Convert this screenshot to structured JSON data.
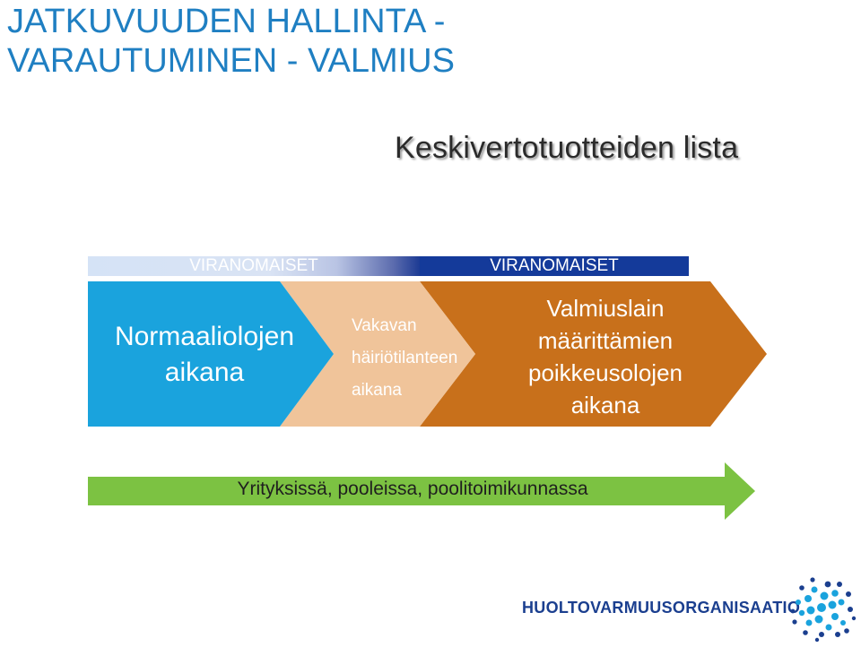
{
  "title": {
    "line1": "JATKUVUUDEN HALLINTA -",
    "line2": "VARAUTUMINEN - VALMIUS"
  },
  "subtitle": "Keskivertotuotteiden lista",
  "authority_bar": {
    "left_label": "VIRANOMAISET",
    "right_label": "VIRANOMAISET"
  },
  "stages": [
    {
      "lines": [
        "Normaaliolojen",
        "aikana"
      ]
    },
    {
      "lines": [
        "Vakavan",
        "häiriötilanteen",
        "aikana"
      ]
    },
    {
      "lines": [
        "Valmiuslain",
        "määrittämien",
        "poikkeusolojen",
        "aikana"
      ]
    }
  ],
  "bottom_arrow": "Yrityksissä, pooleissa, poolitoimikunnassa",
  "organization": "HUOLTOVARMUUSORGANISAATIO",
  "colors": {
    "title": "#1f7fc2",
    "stage_normal": "#1aa3dd",
    "stage_disruption": "#f0c49a",
    "stage_emergency": "#c8701b",
    "authority_dark": "#143a9a",
    "bottom_arrow": "#7cc242",
    "org_text": "#1b3f8f"
  },
  "icons": {
    "logo": "globe-dots-logo"
  }
}
